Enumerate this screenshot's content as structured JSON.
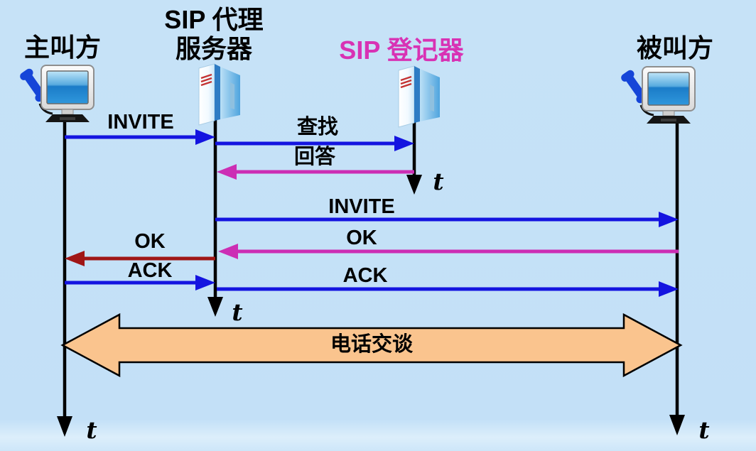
{
  "colors": {
    "background": "#C6E2F7",
    "arrow_blue": "#1414E0",
    "arrow_magenta": "#CC2EB4",
    "arrow_dark_red": "#A01616",
    "lifeline_black": "#000000",
    "conversation_fill": "#FAC48E",
    "registrar_title_color": "#D832B4"
  },
  "actors": {
    "caller": {
      "label": "主叫方"
    },
    "proxy": {
      "label_line1": "SIP 代理",
      "label_line2": "服务器"
    },
    "registrar": {
      "label": "SIP 登记器"
    },
    "callee": {
      "label": "被叫方"
    }
  },
  "messages": {
    "invite_caller_to_proxy": {
      "label": "INVITE"
    },
    "lookup_proxy_to_registrar": {
      "label": "查找"
    },
    "answer_registrar_to_proxy": {
      "label": "回答"
    },
    "invite_proxy_to_callee": {
      "label": "INVITE"
    },
    "ok_callee_to_proxy": {
      "label": "OK"
    },
    "ok_proxy_to_caller": {
      "label": "OK"
    },
    "ack_caller_to_proxy": {
      "label": "ACK"
    },
    "ack_proxy_to_callee": {
      "label": "ACK"
    }
  },
  "conversation": {
    "label": "电话交谈"
  },
  "time_axis": {
    "label": "t"
  }
}
